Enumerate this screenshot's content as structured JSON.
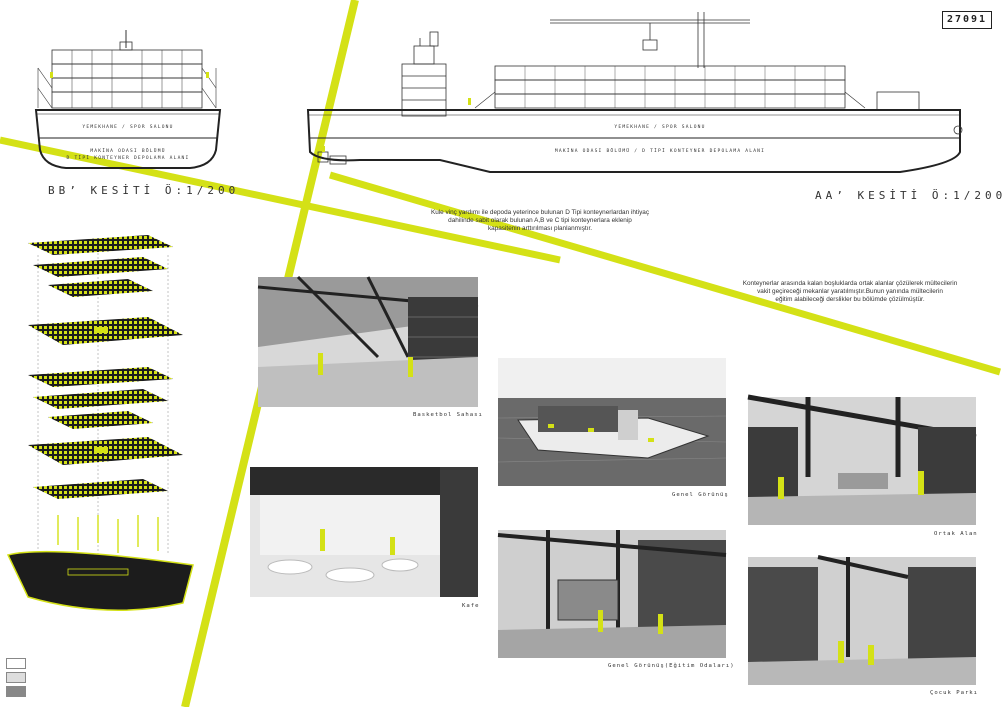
{
  "sheet_code": "27091",
  "accent_color": "#d4e116",
  "sections": {
    "bb": {
      "title": "BB’ KESİTİ Ö:1/200",
      "upper_label": "YEMEKHANE / SPOR SALONU",
      "lower_label_1": "MAKİNA ODASI BÖLÜMÜ",
      "lower_label_2": "D TİPİ KONTEYNER DEPOLAMA ALANI"
    },
    "aa": {
      "title": "AA’ KESİTİ Ö:1/200",
      "upper_label": "YEMEKHANE / SPOR SALONU",
      "lower_label": "MAKİNA ODASI BÖLÜMÜ / D TİPİ KONTEYNER DEPOLAMA ALANI"
    }
  },
  "descriptions": {
    "crane": [
      "Kule vinç yardımı ile depoda yeterince bulunan D Tipi konteynerlardan ihtiyaç",
      "dahilinde sabit olarak bulunan A,B ve C tipi konteynerlara eklenip",
      "kapasitenin arttırılması planlanmıştır."
    ],
    "shared": [
      "Konteynerlar arasında kalan boşluklarda ortak alanlar çözülerek mültecilerin",
      "vakit geçireceği mekanlar yaratılmıştır.Bunun yanında mültecilerin",
      "eğitim alabileceği derslikler bu bölümde çözülmüştür."
    ]
  },
  "renders": [
    {
      "id": "basketbol",
      "caption": "Basketbol Sahası"
    },
    {
      "id": "kafe",
      "caption": "Kafe"
    },
    {
      "id": "genel",
      "caption": "Genel Görünüş"
    },
    {
      "id": "egitim",
      "caption": "Genel Görünüş(Eğitim Odaları)"
    },
    {
      "id": "ortak",
      "caption": "Ortak Alan"
    },
    {
      "id": "cocuk",
      "caption": "Çocuk Parkı"
    }
  ],
  "legend": {
    "swatches": [
      "#ffffff",
      "#dddddd",
      "#888888"
    ]
  }
}
